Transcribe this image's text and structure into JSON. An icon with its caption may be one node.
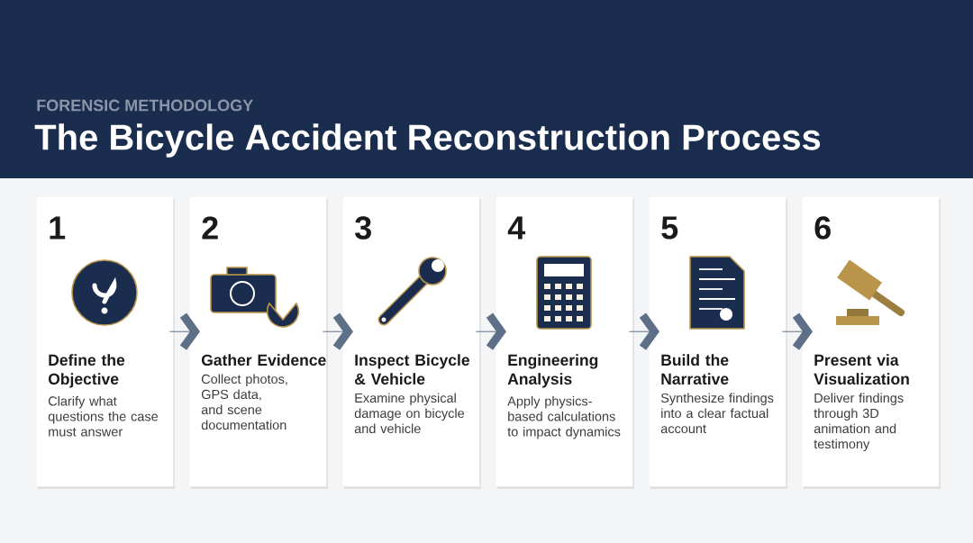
{
  "diagram": {
    "title": "The Bicycle Accident Reconstruction Process",
    "nodes": [
      {
        "text": [
          "1",
          "Define the Objective",
          "Clarify what questions the case must answer"
        ]
      },
      {
        "text": [
          "2",
          "Gather Evidence",
          "Collect photos, GPS data, and scene documentation"
        ]
      },
      {
        "text": [
          "3",
          "Inspect Bicycle & Vehicle",
          "Examine physical damage on bicycle and vehicle"
        ]
      },
      {
        "text": [
          "4",
          "Engineering Analysis",
          "Apply physics-based calculations to impact dynamics"
        ]
      },
      {
        "text": [
          "5",
          "Build the Narrative",
          "Synthesize findings into a clear factual account"
        ]
      },
      {
        "text": [
          "6",
          "Present via Visualization",
          "Deliver findings through 3D animation and testimony"
        ]
      }
    ],
    "edges": [
      {
        "from": 0,
        "to": 1,
        "arrow": "to"
      },
      {
        "from": 1,
        "to": 2,
        "arrow": "to"
      },
      {
        "from": 2,
        "to": 3,
        "arrow": "to"
      },
      {
        "from": 3,
        "to": 4,
        "arrow": "to"
      },
      {
        "from": 4,
        "to": 5,
        "arrow": "to"
      }
    ],
    "labels": [
      "FORENSIC METHODOLOGY"
    ]
  }
}
